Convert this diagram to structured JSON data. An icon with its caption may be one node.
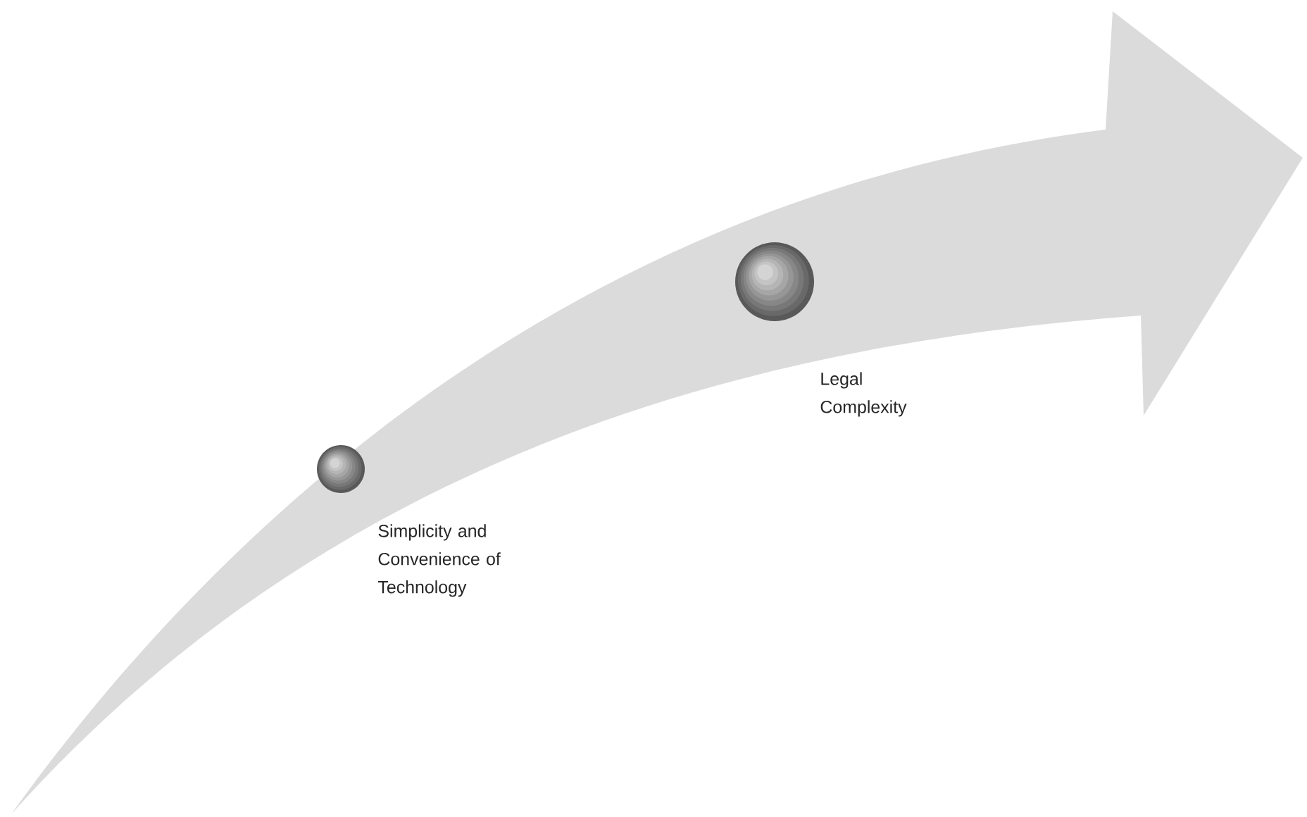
{
  "diagram": {
    "nodes": [
      {
        "text": [],
        "shape": "circle",
        "beside": [
          "Simplicity and Convenience of Technology"
        ]
      },
      {
        "text": [],
        "shape": "circle",
        "beside": [
          "Legal Complexity"
        ]
      }
    ]
  }
}
